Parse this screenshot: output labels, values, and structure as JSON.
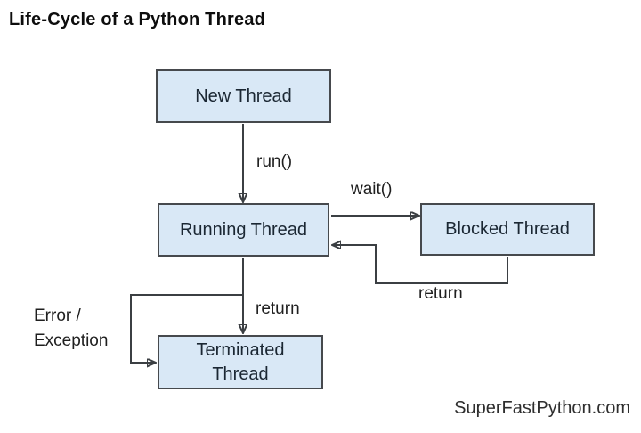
{
  "title": "Life-Cycle of a Python Thread",
  "watermark": "SuperFastPython.com",
  "colors": {
    "box_fill": "#d9e8f6",
    "box_border": "#46494d",
    "arrow": "#3b3f43",
    "node_text": "#1b2733",
    "title_text": "#0d0d0d",
    "label_text": "#1f1f1f",
    "background": "#ffffff"
  },
  "diagram": {
    "nodes": [
      {
        "id": "new-thread",
        "label": "New Thread"
      },
      {
        "id": "running-thread",
        "label": "Running Thread"
      },
      {
        "id": "blocked-thread",
        "label": "Blocked Thread"
      },
      {
        "id": "terminated-thread",
        "label": "Terminated Thread"
      }
    ],
    "edges": [
      {
        "from": "new-thread",
        "to": "running-thread",
        "label": "run()"
      },
      {
        "from": "running-thread",
        "to": "blocked-thread",
        "label": "wait()"
      },
      {
        "from": "blocked-thread",
        "to": "running-thread",
        "label": "return"
      },
      {
        "from": "running-thread",
        "to": "terminated-thread",
        "label": "return"
      },
      {
        "from": "running-thread",
        "to": "terminated-thread",
        "label": "Error /\nException"
      }
    ]
  }
}
